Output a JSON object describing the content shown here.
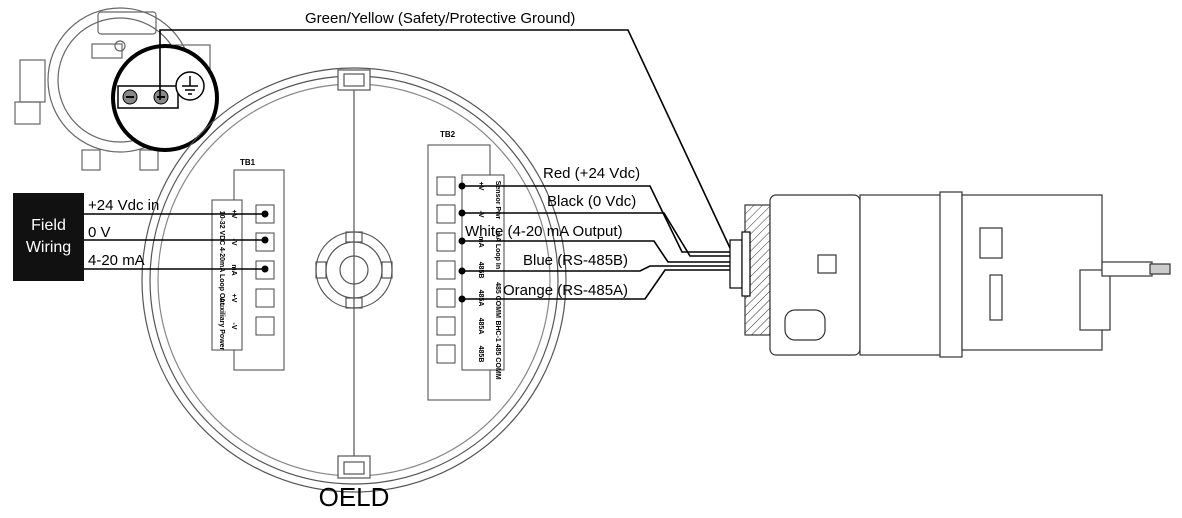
{
  "title": "OELD",
  "field_box": {
    "line1": "Field",
    "line2": "Wiring"
  },
  "ground_label": "Green/Yellow (Safety/Protective Ground)",
  "field_wires": {
    "supply": "+24 Vdc in",
    "common": "0 V",
    "signal": "4-20 mA"
  },
  "sensor_wires": {
    "red": "Red (+24 Vdc)",
    "black": "Black (0 Vdc)",
    "white": "White (4-20 mA Output)",
    "blue": "Blue (RS-485B)",
    "orange": "Orange (RS-485A)"
  },
  "terminal_blocks": {
    "tb1": {
      "name": "TB1",
      "terminals": [
        "+V",
        "-V",
        "mA",
        "+V",
        "-V"
      ],
      "groups": [
        "10-32 VDC",
        "4-20mA Loop Out",
        "Auxiliary Power"
      ]
    },
    "tb2": {
      "name": "TB2",
      "terminals": [
        "+V",
        "-V",
        "mA",
        "485B",
        "485A",
        "485A",
        "485B"
      ],
      "groups": [
        "Sensor Pwr",
        "mA Loop In",
        "485 COMM",
        "BHC-1 485 COMM"
      ]
    }
  },
  "icons": [
    "ground-icon",
    "terminal-screw-icon",
    "sensor-probe-icon",
    "enclosure-icon"
  ]
}
